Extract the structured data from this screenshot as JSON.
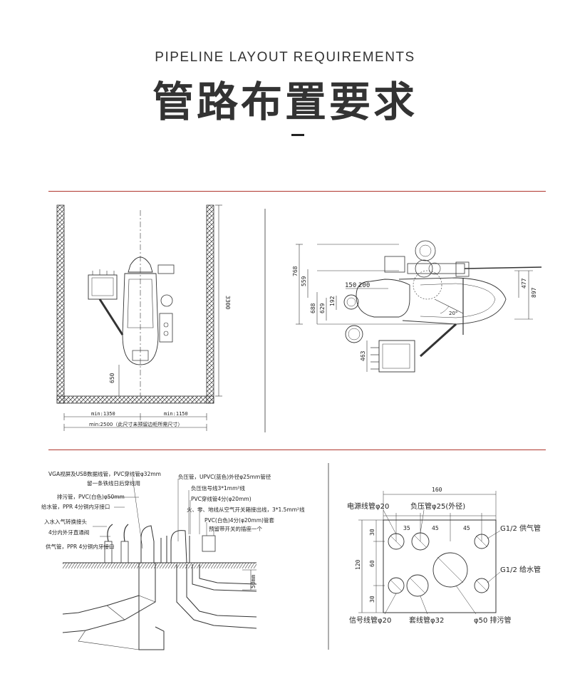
{
  "header": {
    "title_en": "PIPELINE LAYOUT REQUIREMENTS",
    "title_cn": "管路布置要求"
  },
  "colors": {
    "rule": "#b0362e",
    "ink": "#333333"
  },
  "room_plan": {
    "dim_length": "3300",
    "dim_650": "650",
    "dim_min_left": "min:1350",
    "dim_min_right": "min:1150",
    "dim_total": "min:2500（此尺寸未预留边柜所需尺寸）"
  },
  "chair_plan": {
    "dim_768": "768",
    "dim_559": "559",
    "dim_688": "688",
    "dim_629": "629",
    "dim_192": "192",
    "dim_150": "150",
    "dim_200": "200",
    "dim_477": "477",
    "dim_897": "897",
    "dim_463": "463",
    "angle": "20°"
  },
  "pipe_section": {
    "labels": [
      "VGA视屏及USB数据线管，PVC穿线管φ32mm",
      "留一条铁线日后穿线用",
      "排污管，PVC(白色)φ50mm",
      "给水管，PPR 4分铜内牙接口",
      "入水入气转换接头",
      "4分内外牙直通阀",
      "供气管，PPR 4分铜内牙接口",
      "负压管，UPVC(蓝色)外径φ25mm管径",
      "负压信号线3*1mm²线",
      "PVC穿线管4分(φ20mm)",
      "火、零、地线从空气开关箱接出线，3*1.5mm²线",
      "PVC(白色)4分(φ20mm)管套",
      "预留带开关的插座一个"
    ],
    "dim_50": "50mm"
  },
  "floor_box": {
    "dim_160": "160",
    "dim_30": "30",
    "dim_35": "35",
    "dim_45a": "45",
    "dim_45b": "45",
    "dim_120": "120",
    "dim_60": "60",
    "dim_30b": "30",
    "power": "电源线管φ20",
    "vacuum": "负压管φ25(外径)",
    "air": "G1/2 供气管",
    "water": "G1/2 给水管",
    "signal": "信号线管φ20",
    "sleeve": "套线管φ32",
    "drain": "φ50 排污管"
  }
}
